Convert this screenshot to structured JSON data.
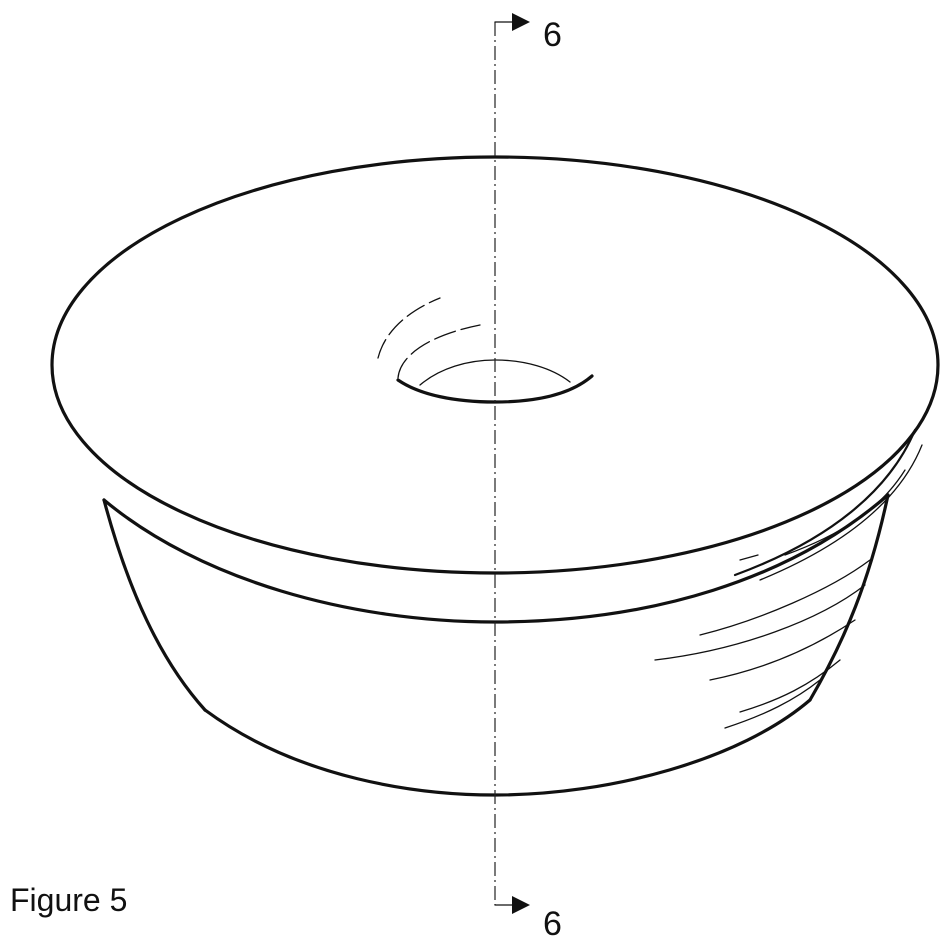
{
  "figure": {
    "caption": "Figure 5"
  },
  "section_markers": {
    "top_label": "6",
    "bottom_label": "6"
  },
  "colors": {
    "ink": "#111111",
    "background": "#ffffff"
  }
}
